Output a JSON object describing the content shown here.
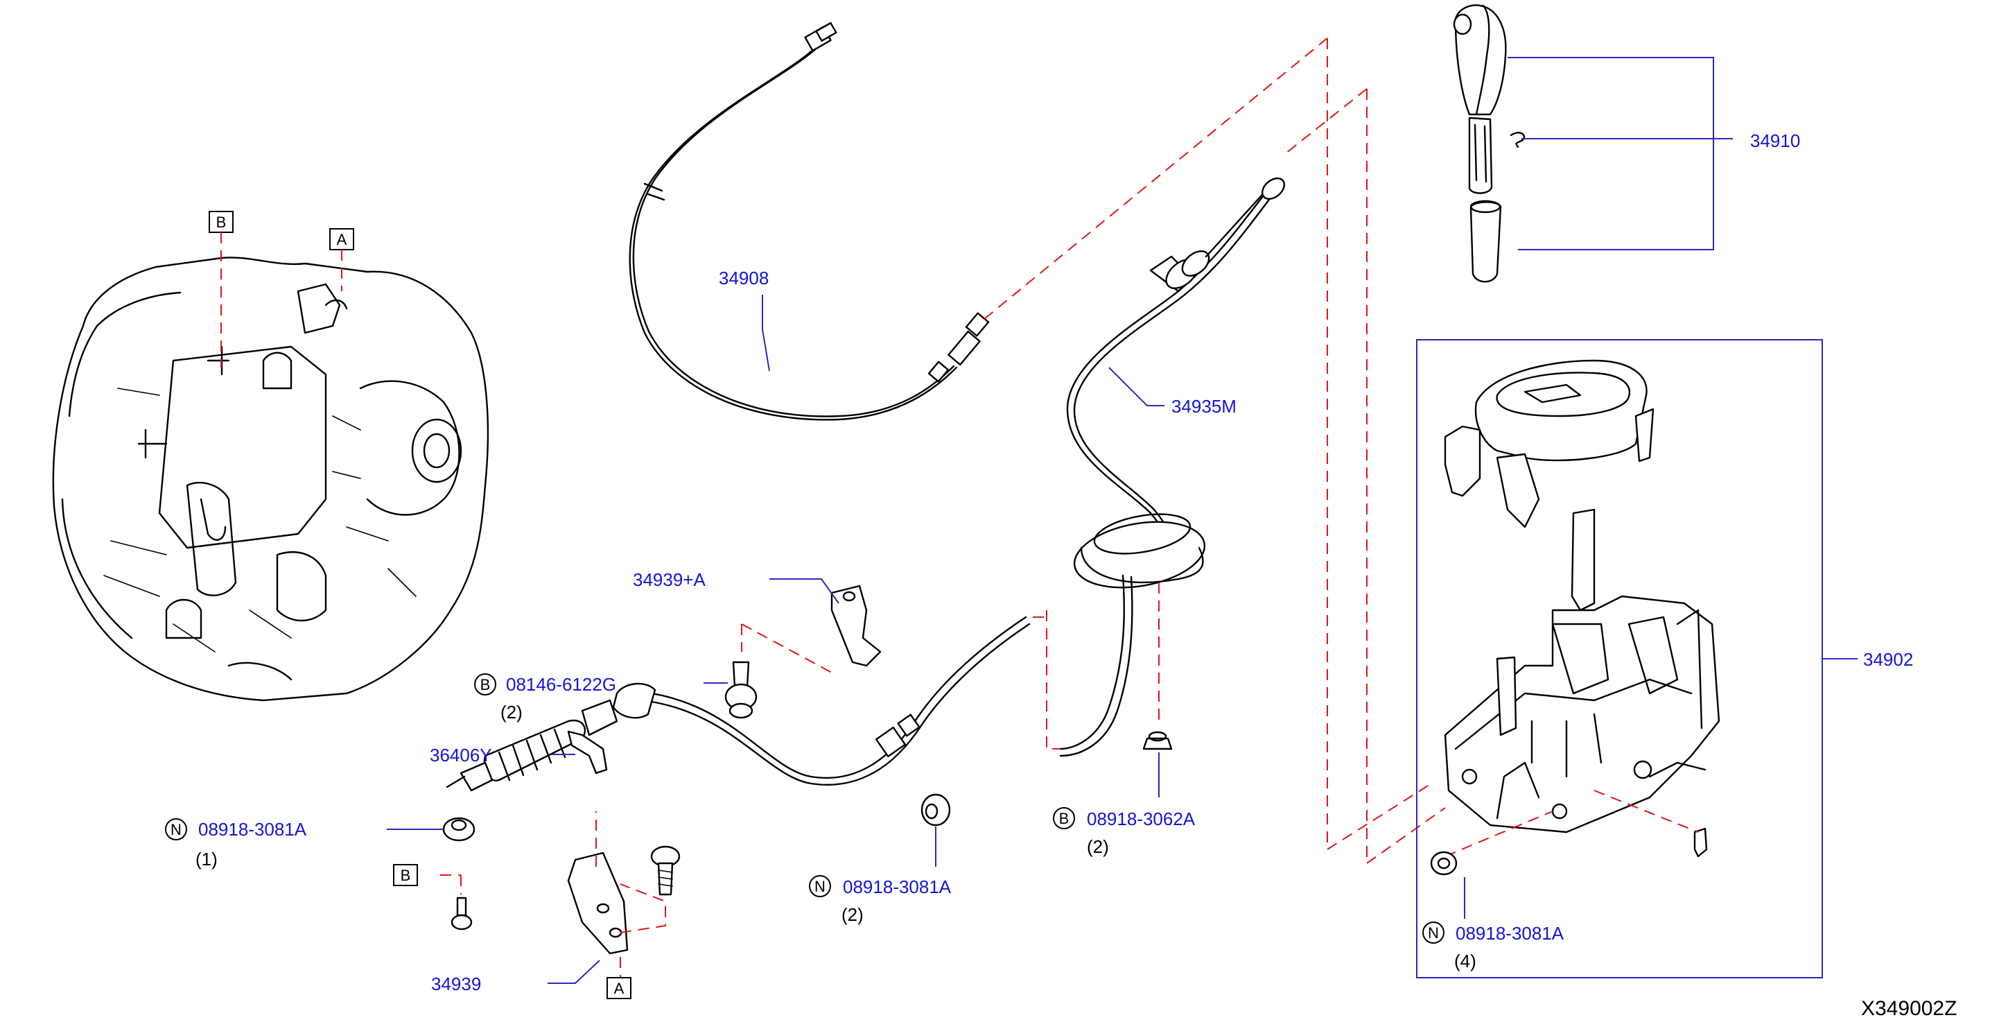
{
  "drawing_code": "X349002Z",
  "part_labels": {
    "p34908": "34908",
    "p34910": "34910",
    "p34935m": "34935M",
    "p34939a": "34939+A",
    "p34902": "34902",
    "p08146": "08146-6122G",
    "p36406y": "36406Y",
    "p08918_1": "08918-3081A",
    "p08918_2": "08918-3081A",
    "p08918_3": "08918-3062A",
    "p08918_4": "08918-3081A",
    "p34939": "34939"
  },
  "quantities": {
    "q08146": "(2)",
    "q08918_1": "(1)",
    "q08918_2": "(2)",
    "q08918_3": "(2)",
    "q08918_4": "(4)"
  },
  "callout_letters": {
    "b_top": "B",
    "a_top": "A",
    "b_08146": "B",
    "n_08918_1": "N",
    "b_left": "B",
    "a_bottom": "A",
    "n_08918_2": "N",
    "b_08918_3": "B",
    "n_08918_4": "N"
  }
}
